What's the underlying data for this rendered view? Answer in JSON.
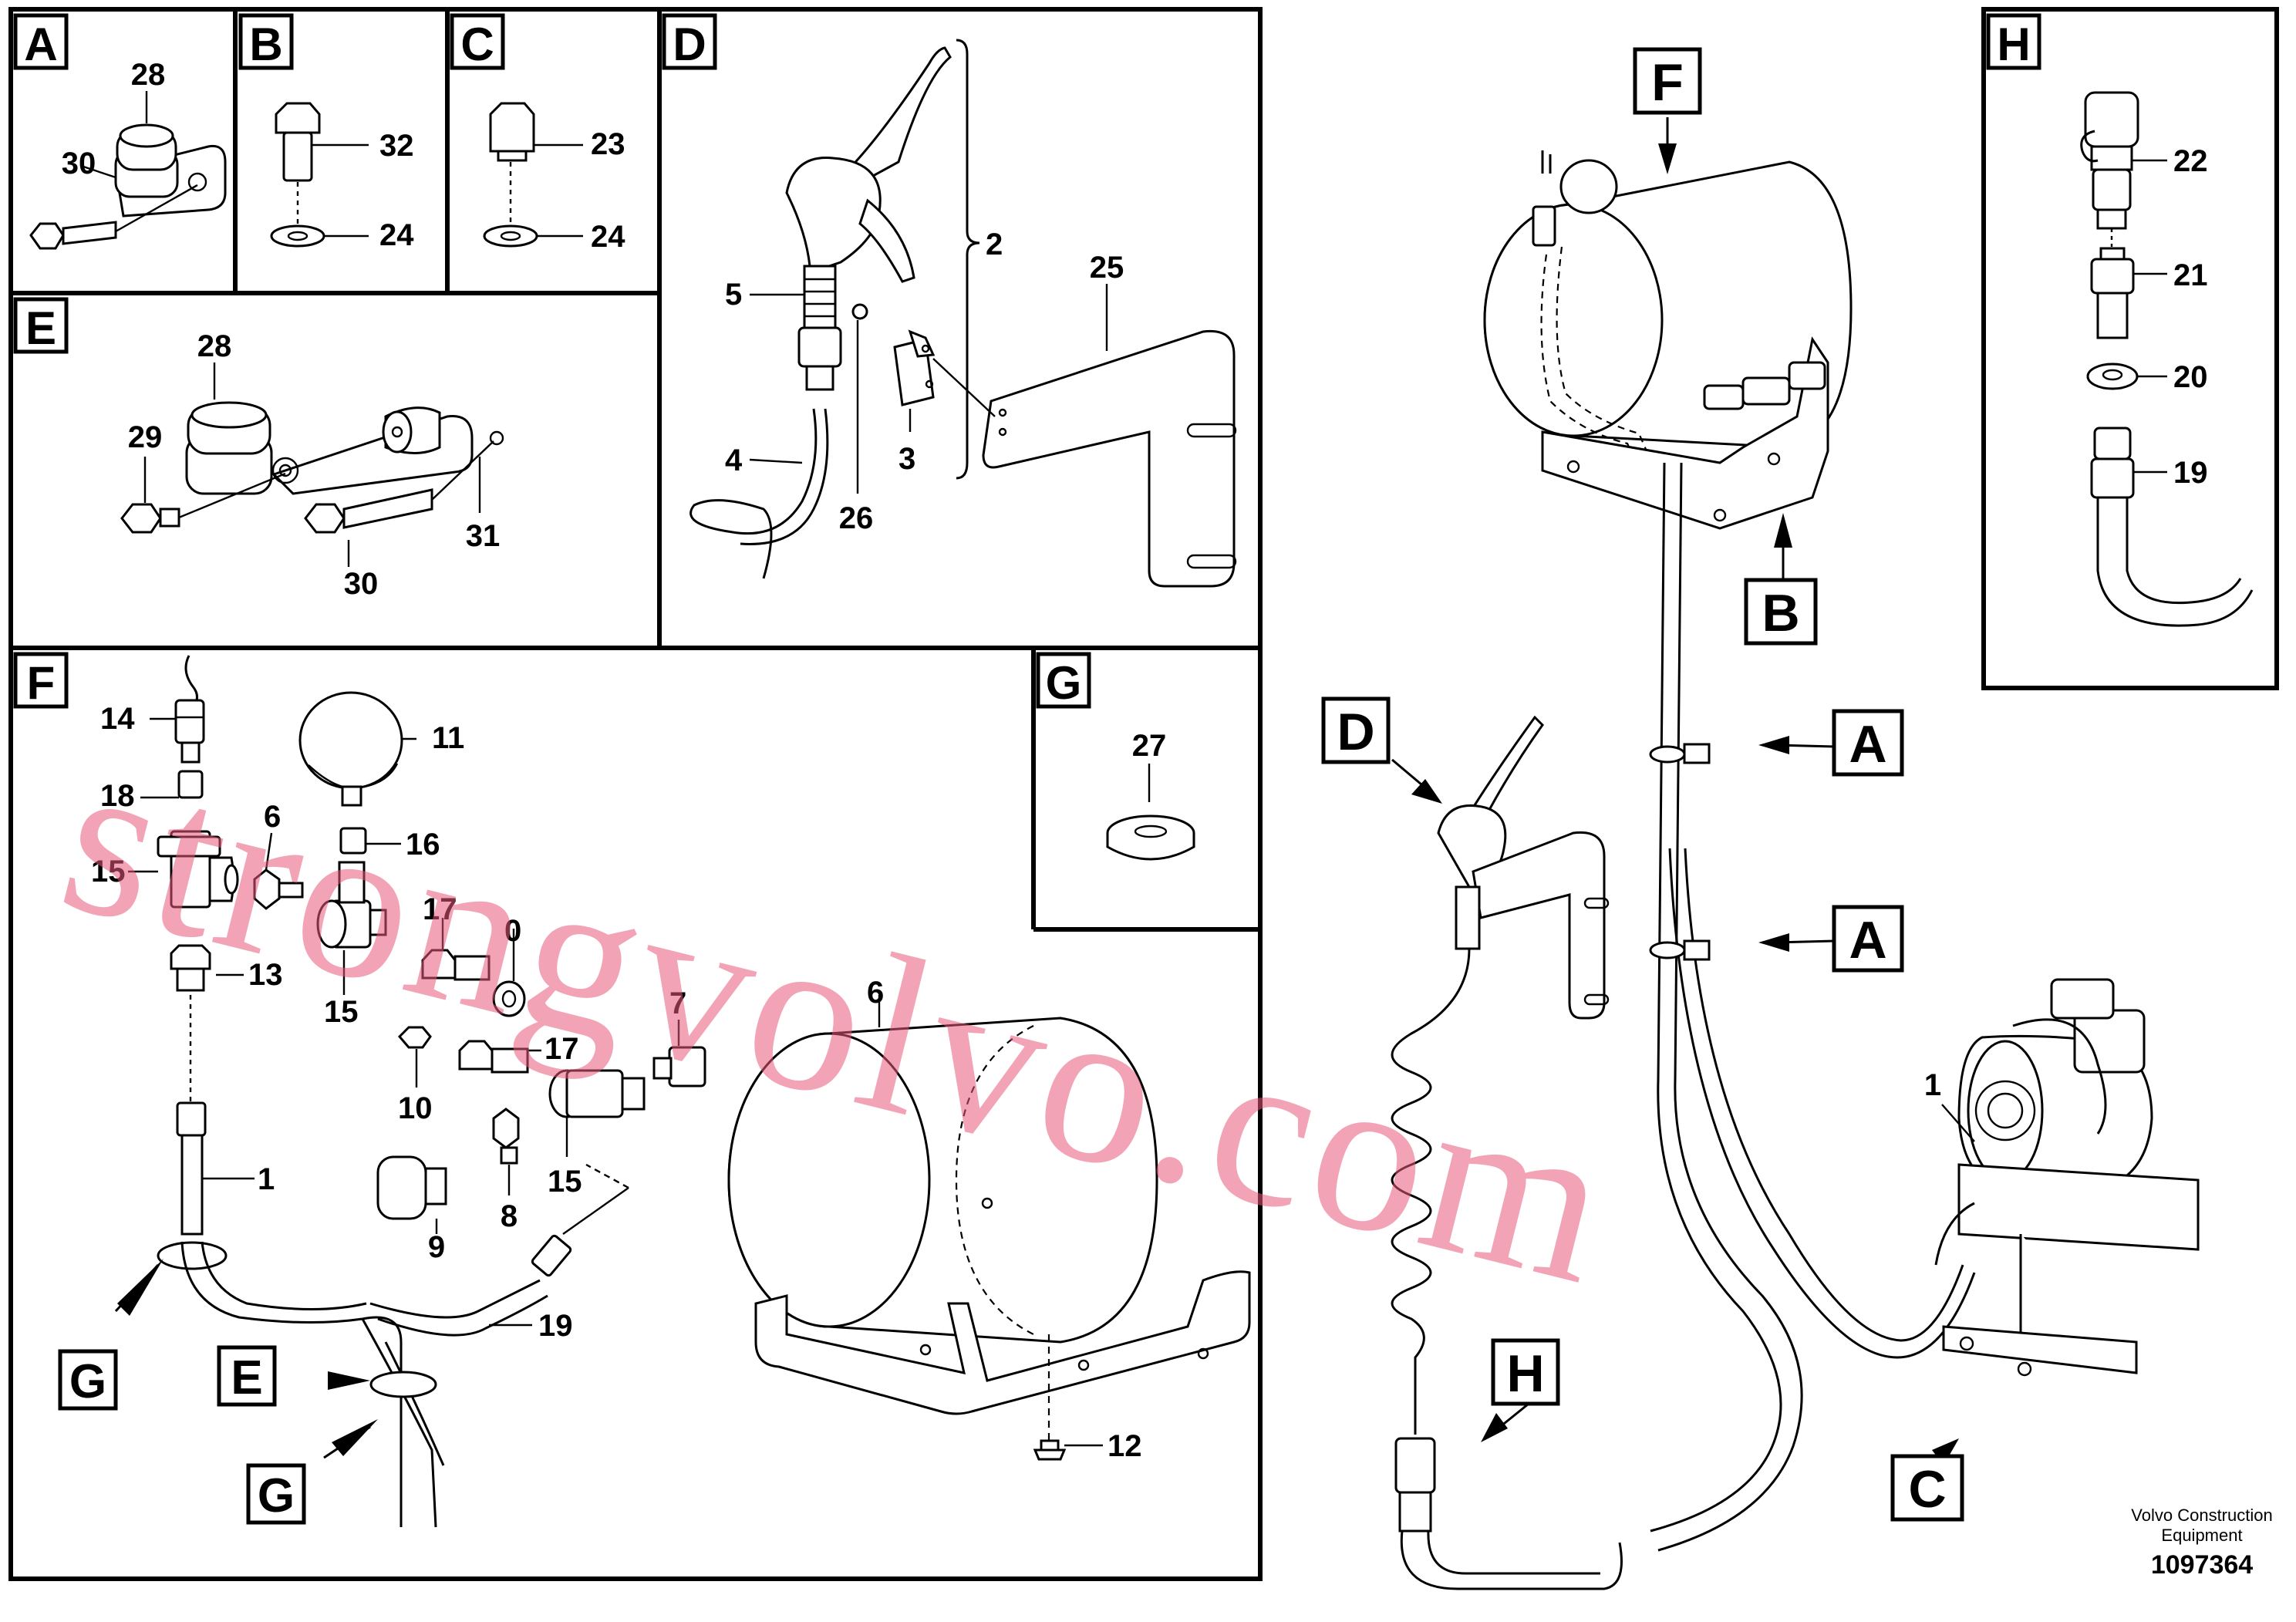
{
  "panels": {
    "A": {
      "letter": "A",
      "callouts": [
        "28",
        "30"
      ]
    },
    "B": {
      "letter": "B",
      "callouts": [
        "32",
        "24"
      ]
    },
    "C": {
      "letter": "C",
      "callouts": [
        "23",
        "24"
      ]
    },
    "D": {
      "letter": "D",
      "callouts": [
        "2",
        "5",
        "25",
        "4",
        "3",
        "26"
      ]
    },
    "E": {
      "letter": "E",
      "callouts": [
        "28",
        "29",
        "30",
        "31"
      ]
    },
    "F": {
      "letter": "F",
      "callouts": [
        "14",
        "11",
        "18",
        "6",
        "16",
        "15",
        "17",
        "0",
        "13",
        "15",
        "7",
        "10",
        "17",
        "6",
        "1",
        "15",
        "9",
        "8",
        "19",
        "12"
      ]
    },
    "G": {
      "letter": "G",
      "callouts": [
        "27"
      ]
    },
    "H": {
      "letter": "H",
      "callouts": [
        "22",
        "21",
        "20",
        "19"
      ]
    }
  },
  "detail_tags": [
    "G",
    "E",
    "G"
  ],
  "assembly": {
    "letters": [
      "F",
      "B",
      "D",
      "A",
      "A",
      "H",
      "C"
    ],
    "callouts": [
      "1"
    ]
  },
  "watermark": "strongvolvo.com",
  "footer": {
    "company_line1": "Volvo Construction",
    "company_line2": "Equipment",
    "figure_number": "1097364"
  }
}
